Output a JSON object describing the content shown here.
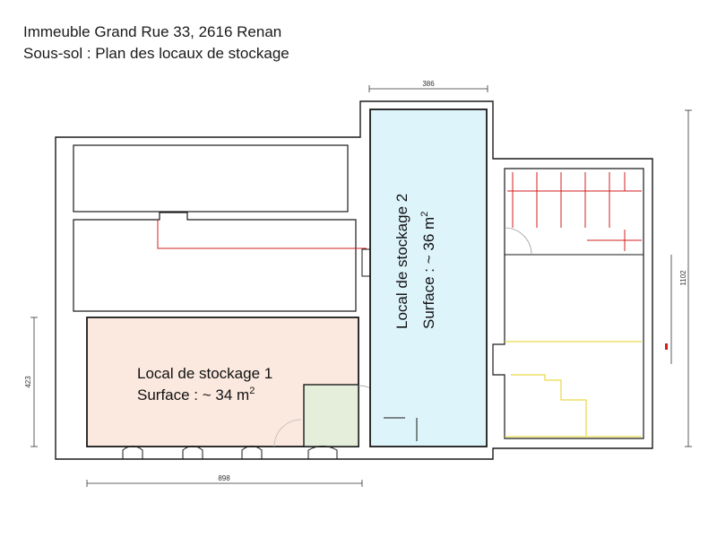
{
  "header": {
    "title_line1": "Immeuble Grand Rue 33, 2616 Renan",
    "title_line2": "Sous-sol : Plan des locaux de stockage"
  },
  "rooms": {
    "storage_1": {
      "label": "Local de stockage 1",
      "surface_prefix": "Surface : ~ 34 m",
      "surface_exp": "2",
      "color": "#fbe9df"
    },
    "storage_2": {
      "label": "Local de stockage 2",
      "surface_prefix": "Surface : ~ 36 m",
      "surface_exp": "2",
      "color": "#def4fb"
    }
  },
  "dimensions": {
    "top_width": "386",
    "bottom_width": "898",
    "left_height": "423",
    "right_height": "1102"
  },
  "colors": {
    "wall": "#1a1a1a",
    "red_line": "#d01f1f",
    "yellow_line": "#e6d21a",
    "small_room": "#e4eedb"
  }
}
